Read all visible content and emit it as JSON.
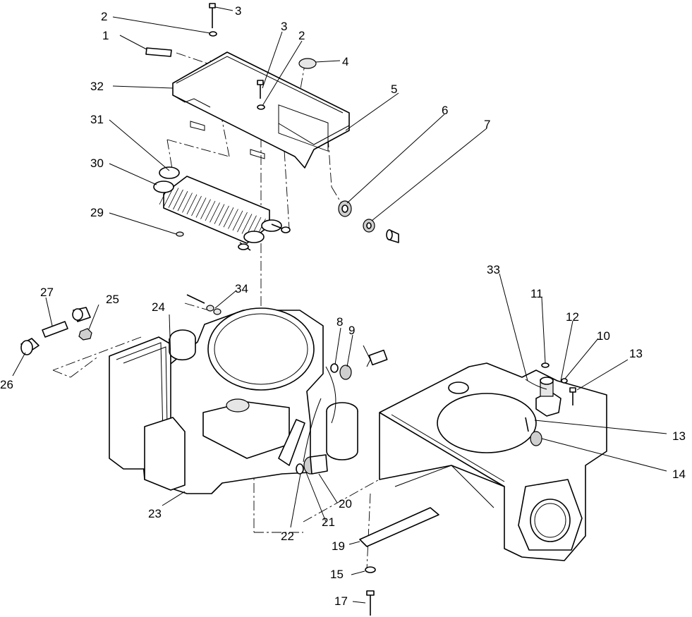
{
  "callouts": [
    {
      "id": "c1",
      "label": "1"
    },
    {
      "id": "c2a",
      "label": "2"
    },
    {
      "id": "c2b",
      "label": "2"
    },
    {
      "id": "c3a",
      "label": "3"
    },
    {
      "id": "c3b",
      "label": "3"
    },
    {
      "id": "c4",
      "label": "4"
    },
    {
      "id": "c5",
      "label": "5"
    },
    {
      "id": "c6",
      "label": "6"
    },
    {
      "id": "c7",
      "label": "7"
    },
    {
      "id": "c8",
      "label": "8"
    },
    {
      "id": "c9",
      "label": "9"
    },
    {
      "id": "c10",
      "label": "10"
    },
    {
      "id": "c11",
      "label": "11"
    },
    {
      "id": "c12",
      "label": "12"
    },
    {
      "id": "c13a",
      "label": "13"
    },
    {
      "id": "c13b",
      "label": "13"
    },
    {
      "id": "c14",
      "label": "14"
    },
    {
      "id": "c15",
      "label": "15"
    },
    {
      "id": "c17",
      "label": "17"
    },
    {
      "id": "c19",
      "label": "19"
    },
    {
      "id": "c20",
      "label": "20"
    },
    {
      "id": "c21",
      "label": "21"
    },
    {
      "id": "c22",
      "label": "22"
    },
    {
      "id": "c23",
      "label": "23"
    },
    {
      "id": "c24",
      "label": "24"
    },
    {
      "id": "c25",
      "label": "25"
    },
    {
      "id": "c26",
      "label": "26"
    },
    {
      "id": "c27",
      "label": "27"
    },
    {
      "id": "c29",
      "label": "29"
    },
    {
      "id": "c30",
      "label": "30"
    },
    {
      "id": "c31",
      "label": "31"
    },
    {
      "id": "c32",
      "label": "32"
    },
    {
      "id": "c33",
      "label": "33"
    },
    {
      "id": "c34",
      "label": "34"
    }
  ]
}
